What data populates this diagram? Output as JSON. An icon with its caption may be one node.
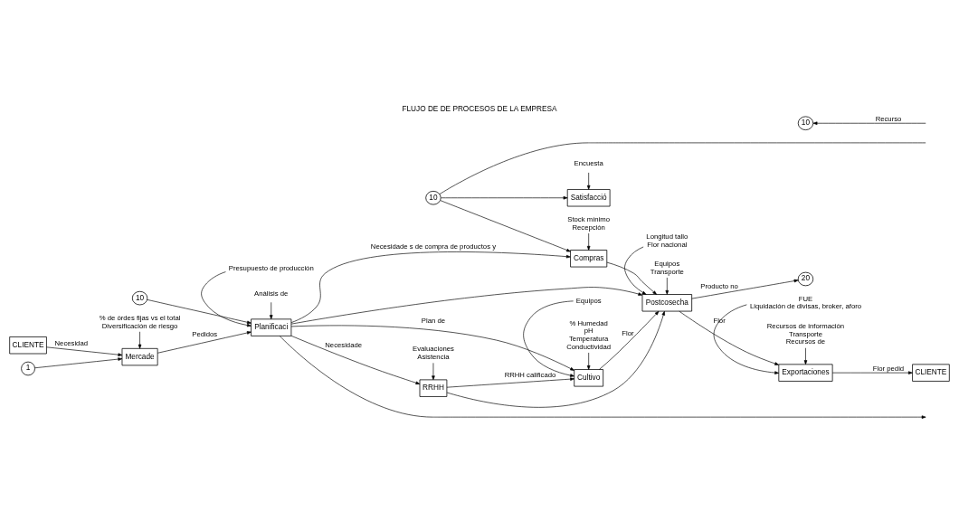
{
  "diagram": {
    "title": "FLUJO DE DE PROCESOS DE LA EMPRESA",
    "nodes": [
      {
        "text": [
          "CLIENTE"
        ]
      },
      {
        "text": [
          "Mercade"
        ]
      },
      {
        "text": [
          "Planificaci"
        ]
      },
      {
        "text": [
          "Cultivo"
        ]
      },
      {
        "text": [
          "Postcosecha"
        ]
      },
      {
        "text": [
          "Exportaciones"
        ]
      },
      {
        "text": [
          "CLIENTE"
        ]
      },
      {
        "text": [
          "RRHH"
        ]
      },
      {
        "text": [
          "Compras"
        ]
      },
      {
        "text": [
          "Satisfacció"
        ]
      },
      {
        "text": [
          "1"
        ]
      },
      {
        "text": [
          "10"
        ]
      },
      {
        "text": [
          "20"
        ]
      },
      {
        "text": [
          "10"
        ]
      },
      {
        "text": [
          "10"
        ]
      },
      {
        "text": [
          "% de órdes fijas vs el total",
          "Diversificación de riesgo"
        ]
      },
      {
        "text": [
          "Presupuesto de producción"
        ]
      },
      {
        "text": [
          "Análisis de"
        ]
      },
      {
        "text": [
          "% Humedad",
          "pH",
          "Temperatura",
          "Conductividad"
        ]
      },
      {
        "text": [
          "Longitud tallo",
          "Flor nacional"
        ]
      },
      {
        "text": [
          "Equipos",
          "Transporte"
        ]
      },
      {
        "text": [
          "FUE",
          "Liquidación de divisas, broker, aforo"
        ]
      },
      {
        "text": [
          "Recursos de información",
          "Transporte",
          "Recursos de"
        ]
      },
      {
        "text": [
          "Equipos"
        ]
      },
      {
        "text": [
          "Evaluaciones",
          "Asistencia"
        ]
      },
      {
        "text": [
          "Stock mínimo",
          "Recepción"
        ]
      },
      {
        "text": [
          "Encuesta"
        ]
      }
    ],
    "edges": [
      {
        "from": 0,
        "to": 1,
        "arrow": "to",
        "label": "Necesidad"
      },
      {
        "from": 1,
        "to": 2,
        "arrow": "to",
        "label": "Pedidos"
      },
      {
        "from": 2,
        "to": 3,
        "arrow": "to",
        "label": "Plan de"
      },
      {
        "from": 3,
        "to": 4,
        "arrow": "to",
        "label": "Flor"
      },
      {
        "from": 4,
        "to": 5,
        "arrow": "to",
        "label": "Flor"
      },
      {
        "from": 4,
        "to": 12,
        "arrow": "to",
        "label": "Producto no"
      },
      {
        "from": 5,
        "to": 6,
        "arrow": "to",
        "label": "Flor pedid"
      },
      {
        "from": 2,
        "to": 7,
        "arrow": "to",
        "label": "Necesidade"
      },
      {
        "from": 2,
        "to": 8,
        "arrow": "to",
        "label": "Necesidade s de compra de productos y"
      },
      {
        "from": 7,
        "to": 3,
        "arrow": "to",
        "label": "RRHH calificado"
      },
      {
        "from": 7,
        "to": 4,
        "arrow": "to"
      },
      {
        "from": 8,
        "to": 4,
        "arrow": "to"
      },
      {
        "from": 2,
        "to": 4,
        "arrow": "to"
      },
      {
        "from": 10,
        "to": 1,
        "arrow": "to"
      },
      {
        "from": 11,
        "to": 2,
        "arrow": "to"
      },
      {
        "from": 14,
        "to": 8,
        "arrow": "to"
      },
      {
        "from": 14,
        "to": 9,
        "arrow": "to"
      },
      {
        "from": null,
        "to": 14,
        "arrow": "none"
      },
      {
        "from": null,
        "to": 13,
        "arrow": "to",
        "label": "Recurso"
      },
      {
        "from": 2,
        "to": null,
        "arrow": "to"
      },
      {
        "from": 15,
        "to": 1,
        "arrow": "to"
      },
      {
        "from": 16,
        "to": 2,
        "arrow": "to"
      },
      {
        "from": 17,
        "to": 2,
        "arrow": "to"
      },
      {
        "from": 18,
        "to": 3,
        "arrow": "to"
      },
      {
        "from": 19,
        "to": 4,
        "arrow": "to"
      },
      {
        "from": 20,
        "to": 4,
        "arrow": "to"
      },
      {
        "from": 21,
        "to": 5,
        "arrow": "to"
      },
      {
        "from": 22,
        "to": 5,
        "arrow": "to"
      },
      {
        "from": 23,
        "to": 3,
        "arrow": "to"
      },
      {
        "from": 24,
        "to": 7,
        "arrow": "to"
      },
      {
        "from": 25,
        "to": 8,
        "arrow": "to"
      },
      {
        "from": 26,
        "to": 9,
        "arrow": "to"
      }
    ]
  }
}
